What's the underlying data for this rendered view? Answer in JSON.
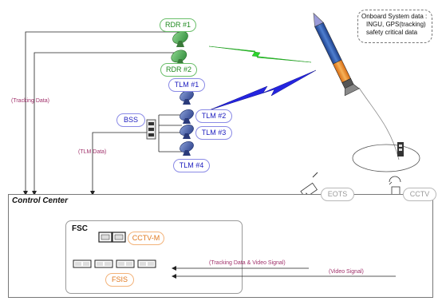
{
  "note": {
    "line1": "Onboard System data :",
    "line2": "INGU, GPS(tracking)",
    "line3": "safety critical data"
  },
  "radars": [
    "RDR #1",
    "RDR #2"
  ],
  "telemetry": [
    "TLM #1",
    "TLM #2",
    "TLM #3",
    "TLM #4"
  ],
  "bss_label": "BSS",
  "eots_label": "EOTS",
  "cctv_label": "CCTV",
  "control_center": {
    "title": "Control Center",
    "fsc": {
      "title": "FSC",
      "cctv_m_label": "CCTV-M",
      "fsis_label": "FSIS"
    }
  },
  "signals": {
    "tracking_data": "(Tracking Data)",
    "tlm_data": "(TLM Data)",
    "tracking_video": "(Tracking Data & Video Signal)",
    "video_signal": "(Video Signal)"
  },
  "colors": {
    "radar_accent": "#27c827",
    "telemetry_accent": "#2020d8",
    "signal_text": "#a0306a",
    "cctv_m_accent": "#e0781e"
  }
}
